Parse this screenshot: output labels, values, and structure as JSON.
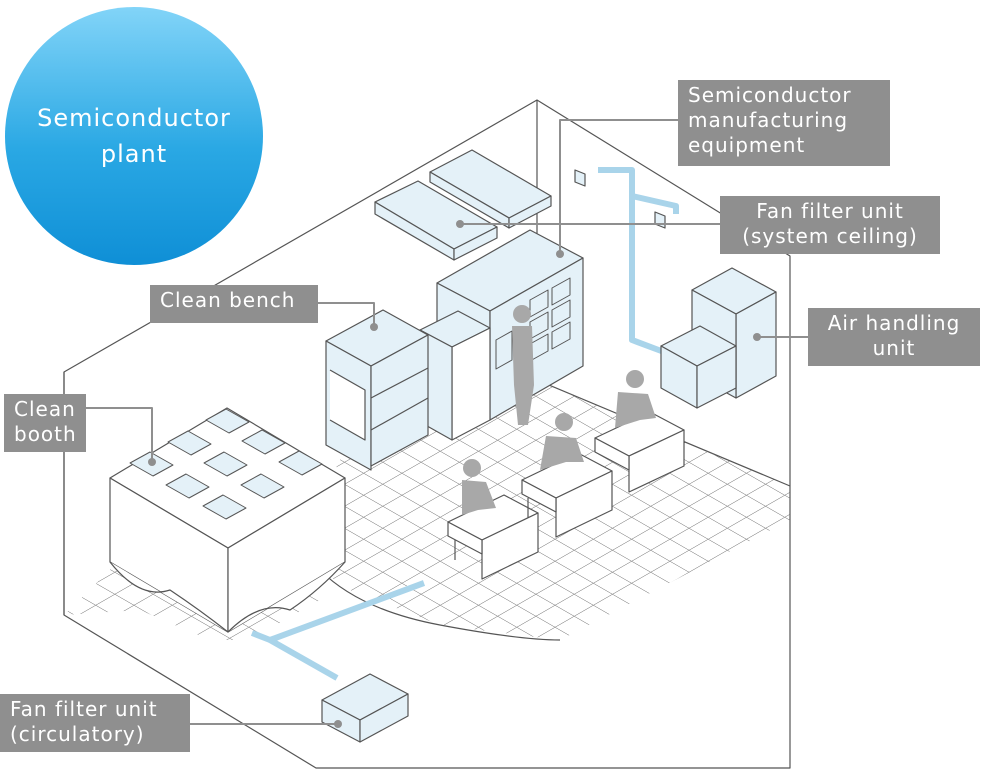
{
  "badge": {
    "text": "Semiconductor\nplant"
  },
  "labels": {
    "semiconductor_equipment": "Semiconductor\nmanufacturing\nequipment",
    "ffu_ceiling": "Fan filter unit\n(system ceiling)",
    "clean_bench": "Clean bench",
    "air_handling_unit": "Air handling\nunit",
    "clean_booth": "Clean\nbooth",
    "ffu_circulatory": "Fan filter unit\n(circulatory)"
  },
  "colors": {
    "badge_light": "#82d4f8",
    "badge_dark": "#0f8fd6",
    "label_bg": "#8f8f8f",
    "equipment_fill": "#e4f1f8",
    "duct": "#a9d4ea",
    "line": "#555555",
    "person": "#a8a8a8"
  }
}
